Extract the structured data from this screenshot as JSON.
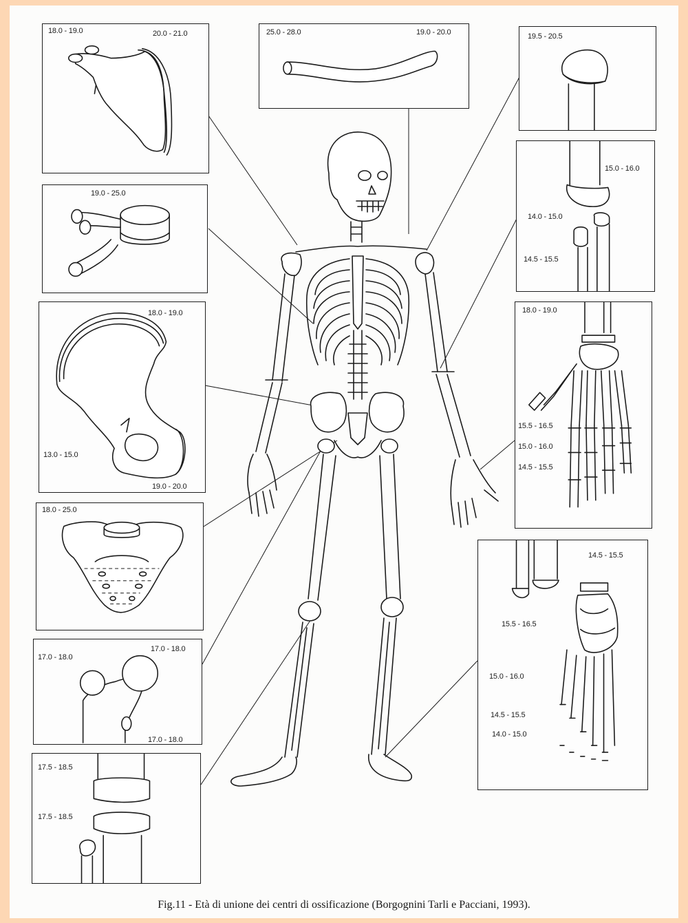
{
  "caption": "Fig.11 - Età di unione dei centri di ossificazione (Borgognini Tarli e Pacciani, 1993).",
  "panels": {
    "scapula": {
      "labels": [
        "18.0 - 19.0",
        "20.0 - 21.0"
      ]
    },
    "clavicle": {
      "labels": [
        "25.0 - 28.0",
        "19.0 - 20.0"
      ]
    },
    "vertebra": {
      "labels": [
        "19.0 - 25.0"
      ]
    },
    "pelvis": {
      "labels": [
        "18.0 - 19.0",
        "13.0 - 15.0",
        "19.0 - 20.0"
      ]
    },
    "sacrum": {
      "labels": [
        "18.0 - 25.0"
      ]
    },
    "femur_head": {
      "labels": [
        "17.0 - 18.0",
        "17.0 - 18.0",
        "17.0 - 18.0"
      ]
    },
    "knee": {
      "labels": [
        "17.5 - 18.5",
        "17.5 - 18.5"
      ]
    },
    "humerus_head": {
      "labels": [
        "19.5 - 20.5"
      ]
    },
    "elbow": {
      "labels": [
        "15.0 - 16.0",
        "14.0 - 15.0",
        "14.5 - 15.5"
      ]
    },
    "hand": {
      "labels": [
        "18.0 - 19.0",
        "15.5 - 16.5",
        "15.0 - 16.0",
        "14.5 - 15.5"
      ]
    },
    "foot": {
      "labels": [
        "14.5 - 15.5",
        "15.5 - 16.5",
        "15.0 - 16.0",
        "14.5 - 15.5",
        "14.0 - 15.0"
      ]
    }
  }
}
